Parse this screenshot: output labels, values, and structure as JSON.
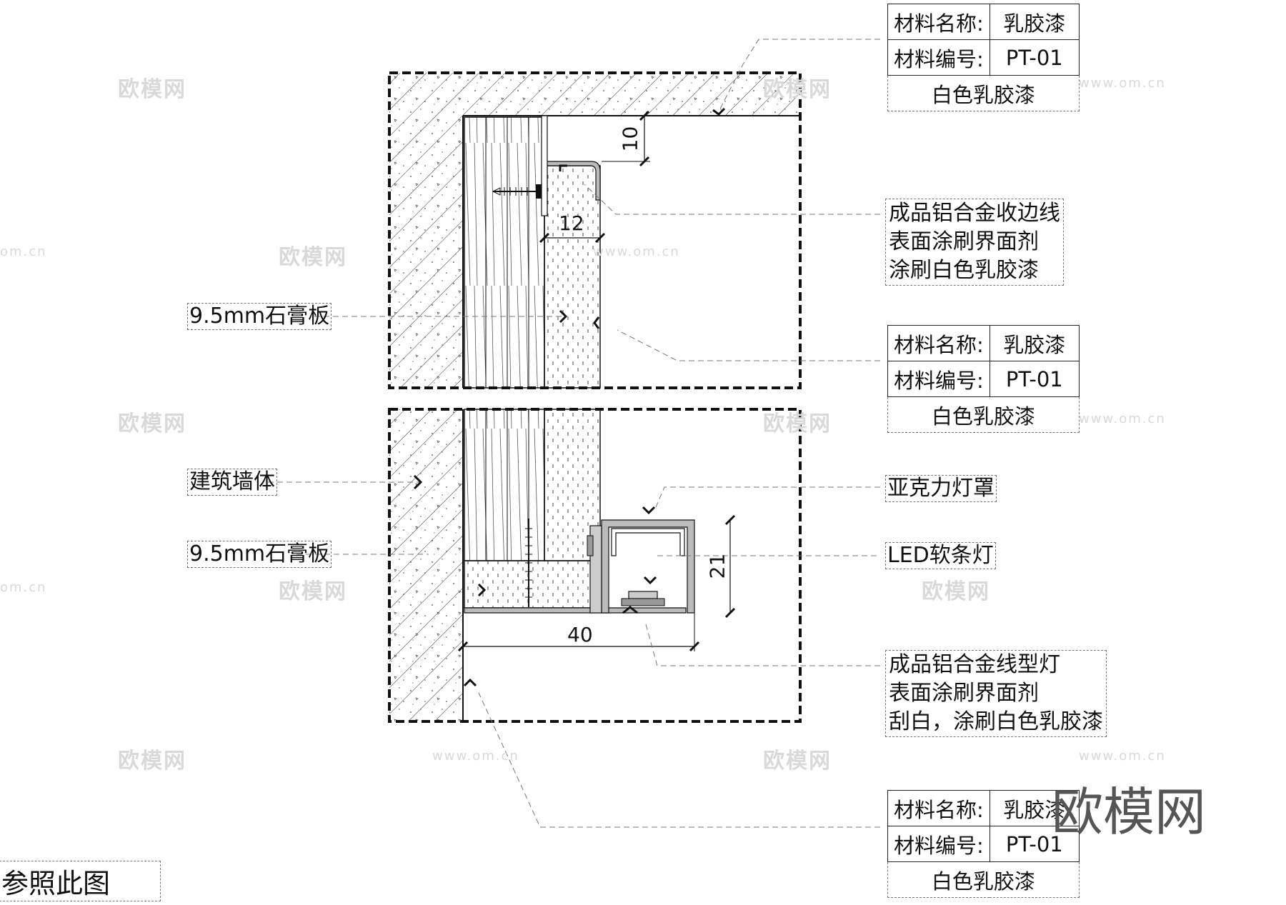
{
  "material_tags": [
    {
      "name_key": "材料名称:",
      "name_val": "乳胶漆",
      "code_key": "材料编号:",
      "code_val": "PT-01",
      "desc": "白色乳胶漆"
    },
    {
      "name_key": "材料名称:",
      "name_val": "乳胶漆",
      "code_key": "材料编号:",
      "code_val": "PT-01",
      "desc": "白色乳胶漆"
    },
    {
      "name_key": "材料名称:",
      "name_val": "乳胶漆",
      "code_key": "材料编号:",
      "code_val": "PT-01",
      "desc": "白色乳胶漆"
    }
  ],
  "notes": {
    "top_trim": [
      "成品铝合金收边线",
      "表面涂刷界面剂",
      "涂刷白色乳胶漆"
    ],
    "acrylic": "亚克力灯罩",
    "led": "LED软条灯",
    "bottom_light": [
      "成品铝合金线型灯",
      "表面涂刷界面剂",
      "刮白，涂刷白色乳胶漆"
    ]
  },
  "labels": {
    "gypsum_top": "9.5mm石膏板",
    "building_wall": "建筑墙体",
    "gypsum_bottom": "9.5mm石膏板",
    "reference": "参照此图"
  },
  "dimensions": {
    "d10": "10",
    "d12": "12",
    "d21": "21",
    "d40": "40"
  },
  "watermarks": {
    "brand": "欧模网",
    "url": "www.om.cn",
    "short_url": "om.cn"
  }
}
